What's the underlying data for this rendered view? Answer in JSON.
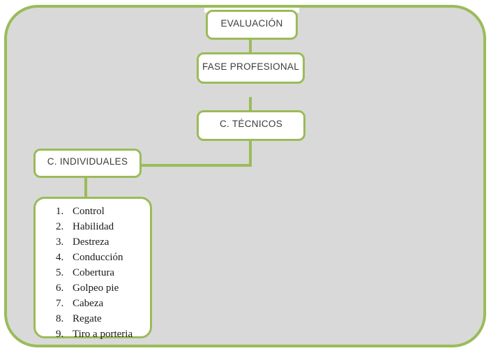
{
  "colors": {
    "accent_green": "#9bbb59",
    "panel_gray": "#d9d9d9",
    "node_fill": "#ffffff",
    "node_text": "#3b3b3b",
    "list_text": "#1a1a1a"
  },
  "diagram": {
    "nodes": {
      "evaluacion": {
        "label": "EVALUACIÓN"
      },
      "fase_profesional": {
        "label": "FASE PROFESIONAL"
      },
      "c_tecnicos": {
        "label": "C. TÉCNICOS"
      },
      "c_individuales": {
        "label": "C. INDIVIDUALES"
      }
    },
    "list": {
      "items": [
        {
          "num": "1.",
          "label": "Control"
        },
        {
          "num": "2.",
          "label": "Habilidad"
        },
        {
          "num": "3.",
          "label": "Destreza"
        },
        {
          "num": "4.",
          "label": "Conducción"
        },
        {
          "num": "5.",
          "label": "Cobertura"
        },
        {
          "num": "6.",
          "label": "Golpeo pie"
        },
        {
          "num": "7.",
          "label": "Cabeza"
        },
        {
          "num": "8.",
          "label": "Regate"
        },
        {
          "num": "9.",
          "label": "Tiro a porteria"
        }
      ]
    }
  }
}
